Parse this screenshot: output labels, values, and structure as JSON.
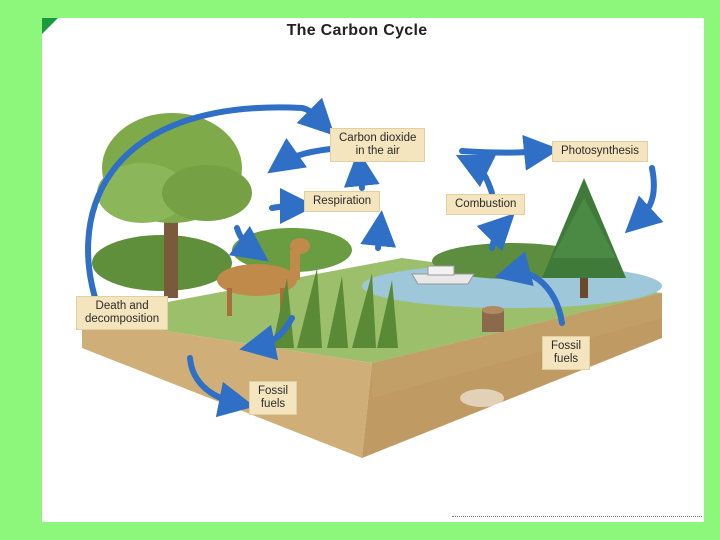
{
  "title": "The Carbon Cycle",
  "labels": {
    "co2": "Carbon dioxide\nin the air",
    "photosynthesis": "Photosynthesis",
    "respiration": "Respiration",
    "combustion": "Combustion",
    "death": "Death and\ndecomposition",
    "fossil_right": "Fossil\nfuels",
    "fossil_left": "Fossil\nfuels"
  },
  "colors": {
    "background": "#8cf77a",
    "panel": "#ffffff",
    "label_bg": "#f4e5bf",
    "arrow": "#2f6fc6",
    "water": "#9fc7da",
    "soil": "#d8b98a"
  }
}
